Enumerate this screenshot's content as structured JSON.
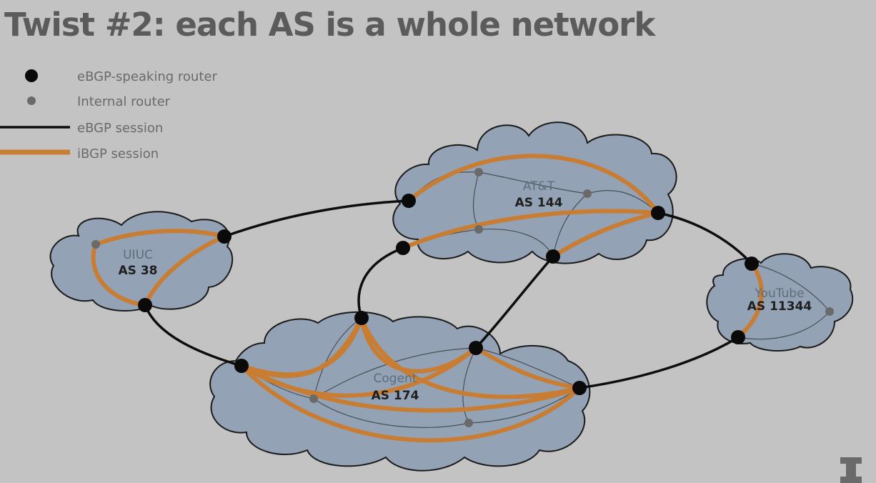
{
  "title": "Twist #2: each AS is a whole network",
  "legend": [
    {
      "label": "eBGP-speaking router",
      "icon": "large-black-dot"
    },
    {
      "label": "Internal router",
      "icon": "small-gray-dot"
    },
    {
      "label": "eBGP session",
      "icon": "black-line"
    },
    {
      "label": "iBGP session",
      "icon": "orange-line"
    }
  ],
  "autonomous_systems": [
    {
      "id": "uiuc",
      "name": "UIUC",
      "number": "AS 38"
    },
    {
      "id": "att",
      "name": "AT&T",
      "number": "AS 144"
    },
    {
      "id": "youtube",
      "name": "YouTube",
      "number": "AS 11344"
    },
    {
      "id": "cogent",
      "name": "Cogent",
      "number": "AS 174"
    }
  ],
  "colors": {
    "background": "#c3c3c3",
    "cloud_fill": "#93a2b4",
    "ebgp_session": "#0d0d0d",
    "ibgp_session": "#c87d33",
    "internal_router": "#6a6a6a",
    "title": "#5b5b5b"
  },
  "logo": "university-of-illinois-block-i"
}
